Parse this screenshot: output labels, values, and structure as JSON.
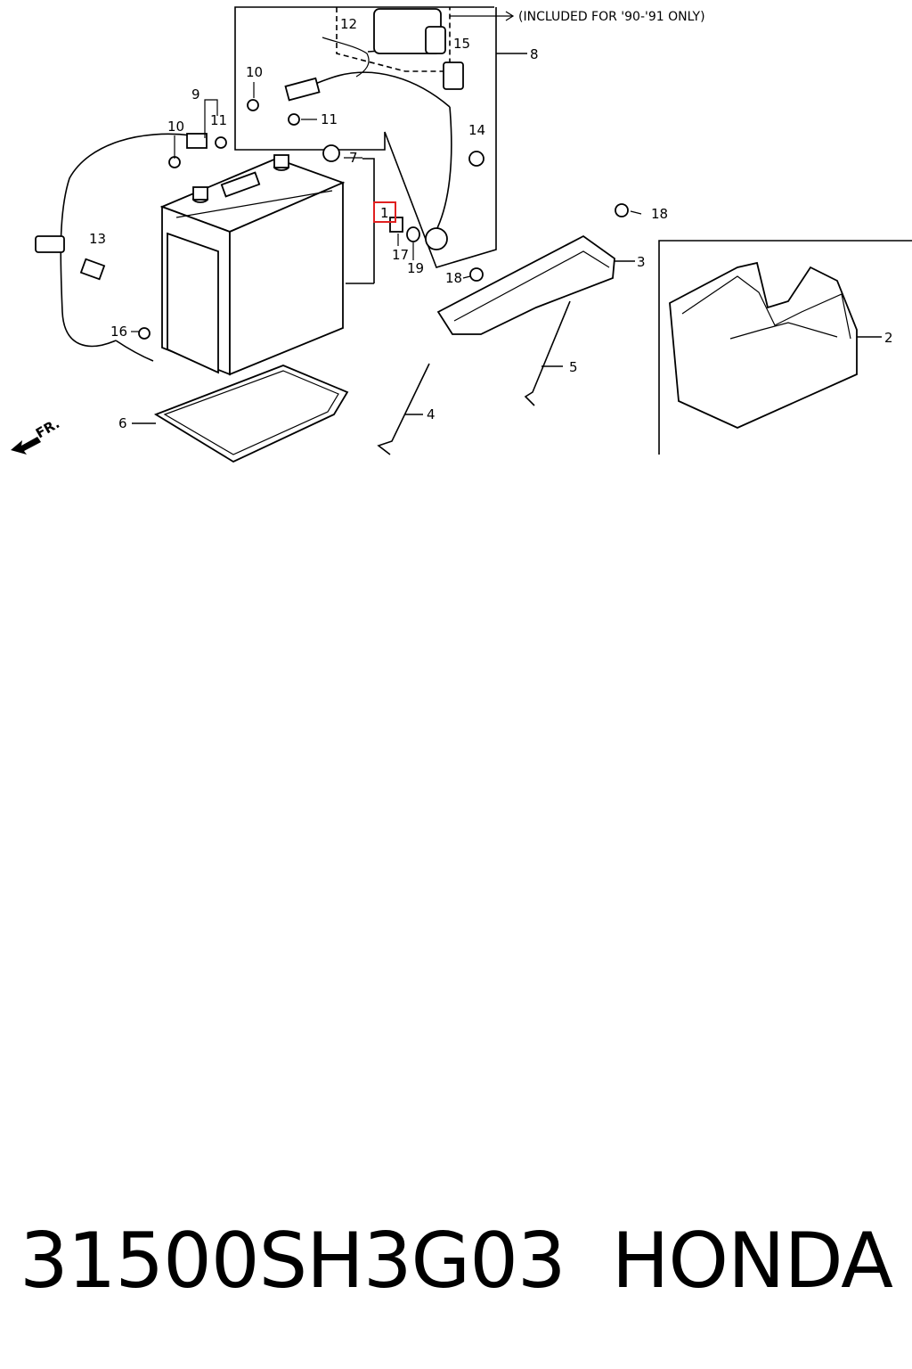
{
  "diagram": {
    "note": "(INCLUDED FOR '90-'91 ONLY)",
    "front_label": "FR.",
    "highlight_color": "#e02020",
    "callouts": {
      "c1": "1",
      "c2": "2",
      "c3": "3",
      "c4": "4",
      "c5": "5",
      "c6": "6",
      "c7": "7",
      "c8": "8",
      "c9": "9",
      "c10a": "10",
      "c10b": "10",
      "c11a": "11",
      "c11b": "11",
      "c12": "12",
      "c13": "13",
      "c14": "14",
      "c15": "15",
      "c16": "16",
      "c17": "17",
      "c18a": "18",
      "c18b": "18",
      "c19": "19"
    }
  },
  "caption": {
    "part_number": "31500SH3G03",
    "brand": "HONDA"
  }
}
